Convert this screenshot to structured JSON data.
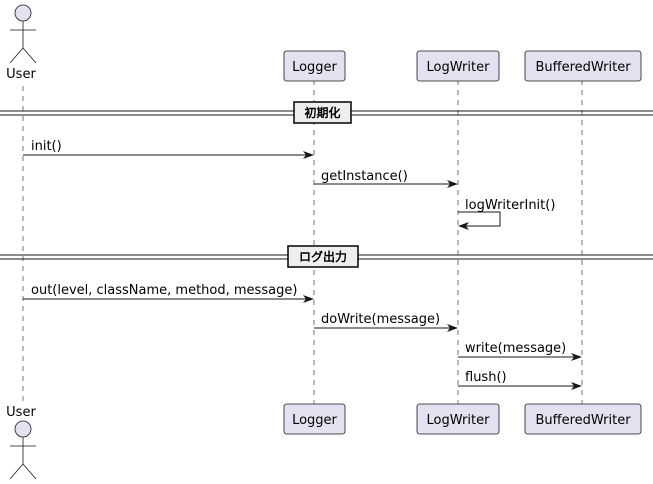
{
  "participants": {
    "user": "User",
    "logger": "Logger",
    "logwriter": "LogWriter",
    "buffered": "BufferedWriter"
  },
  "sections": {
    "init": "初期化",
    "log_output": "ログ出力"
  },
  "messages": {
    "m1": "init()",
    "m2": "getInstance()",
    "m3": "logWriterInit()",
    "m4": "out(level, className, method, message)",
    "m5": "doWrite(message)",
    "m6": "write(message)",
    "m7": "flush()"
  },
  "colors": {
    "participant_fill": "#e2e2f0",
    "stroke": "#181818",
    "separator_fill": "#eeeeee"
  }
}
